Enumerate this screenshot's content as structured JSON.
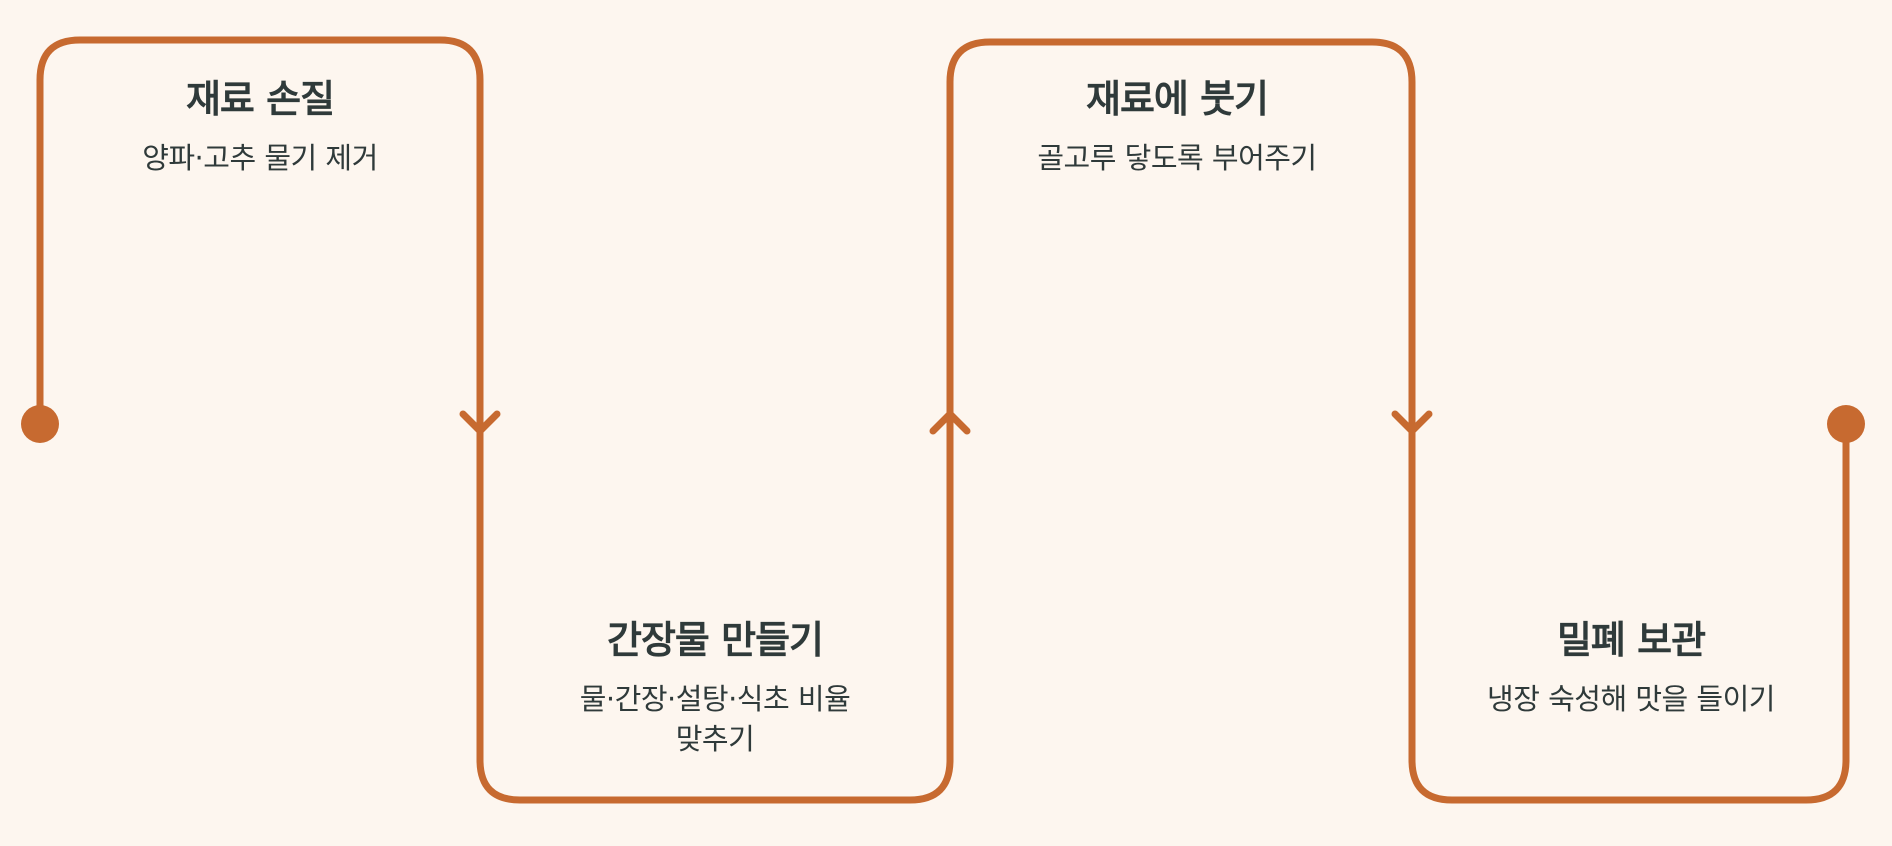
{
  "colors": {
    "background": "#fdf6ef",
    "line": "#c76a30",
    "text": "#2f3a3a"
  },
  "steps": [
    {
      "title": "재료 손질",
      "description": "양파·고추 물기 제거"
    },
    {
      "title": "간장물 만들기",
      "description": "물·간장·설탕·식초 비율 맞추기"
    },
    {
      "title": "재료에 붓기",
      "description": "골고루 닿도록 부어주기"
    },
    {
      "title": "밀폐 보관",
      "description": "냉장 숙성해 맛을 들이기"
    }
  ]
}
